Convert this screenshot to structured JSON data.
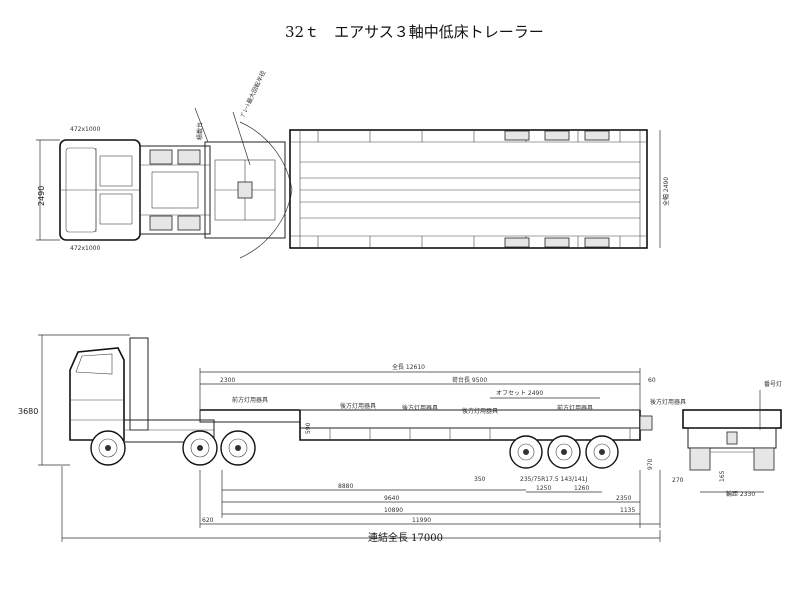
{
  "title": "32ｔ　エアサス３軸中低床トレーラー",
  "plan_view": {
    "width_label": "2490",
    "trailer_width_label": "全幅 2490",
    "small_label_1": "472x1000",
    "small_label_2": "472x1000",
    "callout_1": "積載台",
    "callout_2": "ﾌﾟﾚｰﾄ最大回転半径"
  },
  "side_view": {
    "height_label": "3680",
    "overall_length": "全長 12610",
    "bed_length": "荷台長 9500",
    "dim_2300": "2300",
    "dim_60": "60",
    "offset": "オフセット 2490",
    "dim_590": "590",
    "dim_350": "350",
    "tire_spec": "235/75R17.5 143/141J",
    "dim_1250": "1250",
    "dim_1260": "1260",
    "dim_8880": "8880",
    "dim_9640": "9640",
    "dim_2350": "2350",
    "dim_10890": "10890",
    "dim_1135": "1135",
    "dim_11990": "11990",
    "dim_620": "620",
    "dim_970": "970",
    "combined_length": "連結全長 17000",
    "callouts": [
      "前方灯用器具",
      "後方灯用器具",
      "後方灯用器具",
      "後方灯用器具",
      "前方灯用器具",
      "後方灯用器具"
    ]
  },
  "rear_view": {
    "lamp_label": "番号灯",
    "dim_270": "270",
    "dim_165": "165",
    "track_width": "輪距 2330"
  }
}
